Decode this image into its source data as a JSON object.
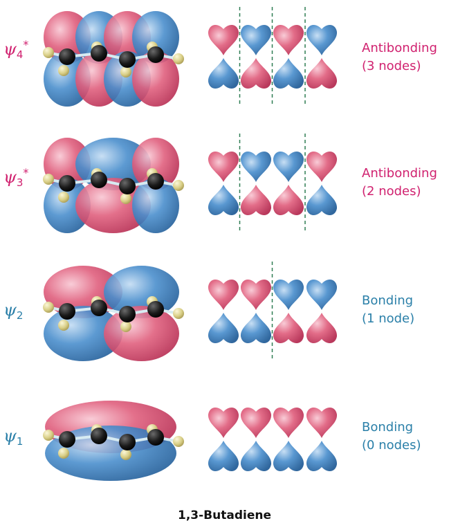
{
  "title": "1,3-Butadiene",
  "colors": {
    "antibonding": "#d0216f",
    "bonding": "#2a7fa8",
    "lobe_red": "#e0607e",
    "lobe_blue": "#3f86c6",
    "node_line": "#2e7d52"
  },
  "orbitals": [
    {
      "symbol": "ψ",
      "subscript": "4",
      "superscript": "*",
      "type": "Antibonding",
      "nodes_text": "(3 nodes)",
      "node_count": 3,
      "phases": [
        "red",
        "blue",
        "red",
        "blue"
      ]
    },
    {
      "symbol": "ψ",
      "subscript": "3",
      "superscript": "*",
      "type": "Antibonding",
      "nodes_text": "(2 nodes)",
      "node_count": 2,
      "phases": [
        "red",
        "blue",
        "blue",
        "red"
      ]
    },
    {
      "symbol": "ψ",
      "subscript": "2",
      "superscript": "",
      "type": "Bonding",
      "nodes_text": "(1 node)",
      "node_count": 1,
      "phases": [
        "red",
        "red",
        "blue",
        "blue"
      ]
    },
    {
      "symbol": "ψ",
      "subscript": "1",
      "superscript": "",
      "type": "Bonding",
      "nodes_text": "(0 nodes)",
      "node_count": 0,
      "phases": [
        "red",
        "red",
        "red",
        "red"
      ]
    }
  ]
}
